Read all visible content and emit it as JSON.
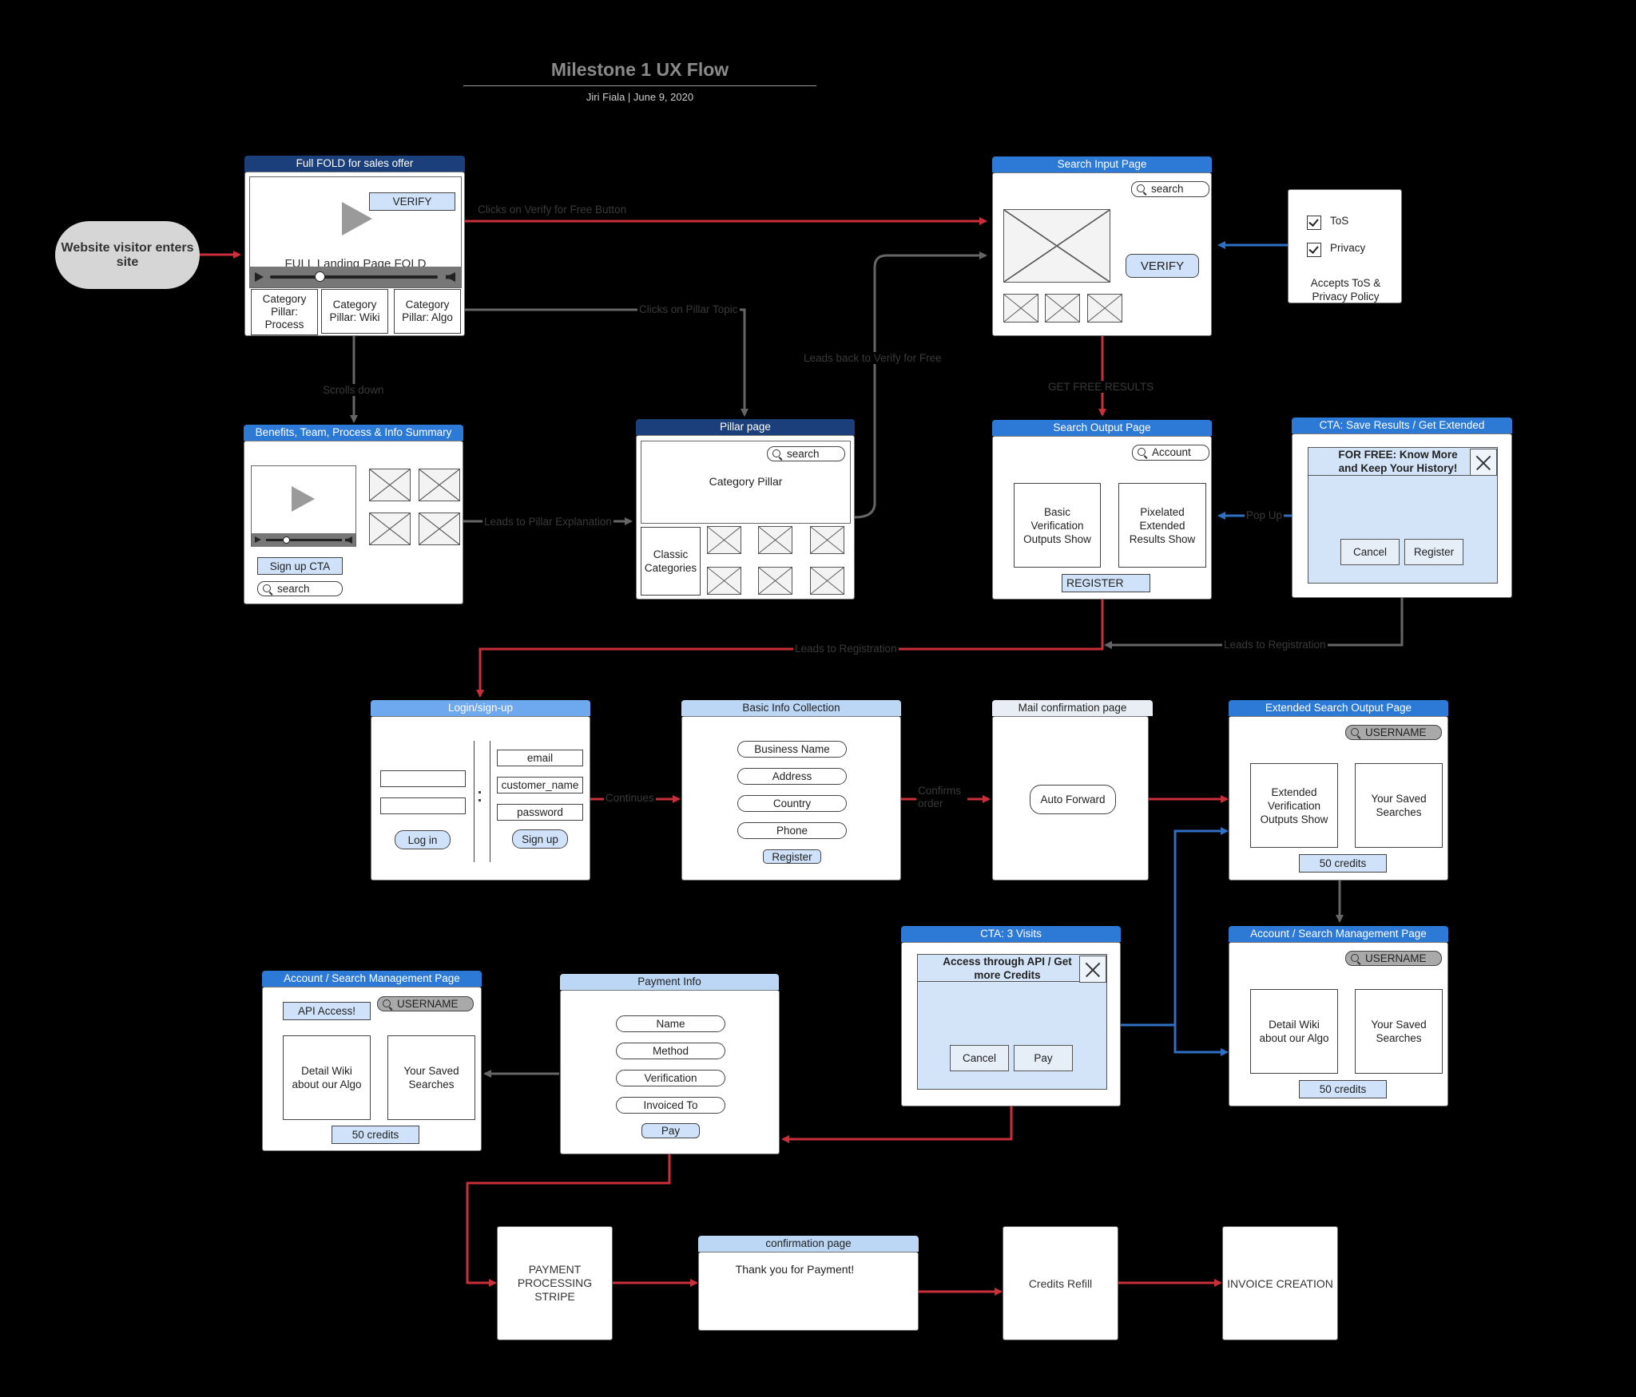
{
  "header": {
    "title": "Milestone 1 UX Flow",
    "subtitle": "Jiri Fiala  |  June 9, 2020"
  },
  "colors": {
    "flow_main": "#c9303a",
    "flow_alt": "#2f70c4",
    "flow_neutral": "#666666",
    "header_dark": "#1b3f7a",
    "header_mid": "#2c7ad6"
  },
  "start": {
    "label": "Website visitor enters site"
  },
  "landing": {
    "title": "Full FOLD for sales offer",
    "verify_label": "VERIFY",
    "fold_label": "FULL Landing Page FOLD",
    "pillars": [
      "Category Pillar: Process",
      "Category Pillar: Wiki",
      "Category Pillar: Algo"
    ]
  },
  "benefits": {
    "title": "Benefits, Team, Process & Info Summary",
    "signup_label": "Sign up CTA",
    "search_label": "search"
  },
  "pillar_page": {
    "title": "Pillar page",
    "search_label": "search",
    "category_label": "Category Pillar",
    "classic_label": "Classic Categories"
  },
  "search_input": {
    "title": "Search Input Page",
    "search_label": "search",
    "verify_label": "VERIFY"
  },
  "tos_panel": {
    "items": [
      "ToS",
      "Privacy"
    ],
    "caption": "Accepts ToS & Privacy Policy"
  },
  "search_output": {
    "title": "Search Output Page",
    "account_label": "Account",
    "left_box": "Basic Verification Outputs Show",
    "right_box": "Pixelated Extended Results Show",
    "register_label": "REGISTER"
  },
  "cta_save": {
    "title": "CTA: Save Results / Get Extended",
    "message": "FOR FREE: Know More and Keep Your History!",
    "cancel": "Cancel",
    "register": "Register"
  },
  "login": {
    "title": "Login/sign-up",
    "login_btn": "Log in",
    "signup_btn": "Sign up",
    "fields": [
      "email",
      "customer_name",
      "password"
    ]
  },
  "basic_info": {
    "title": "Basic Info Collection",
    "fields": [
      "Business Name",
      "Address",
      "Country",
      "Phone"
    ],
    "submit": "Register"
  },
  "mail_confirm": {
    "title": "Mail confirmation page",
    "button": "Auto Forward"
  },
  "extended_output": {
    "title": "Extended Search Output Page",
    "username": "USERNAME",
    "left_box": "Extended Verification Outputs Show",
    "right_box": "Your Saved Searches",
    "credits": "50 credits"
  },
  "account_right": {
    "title": "Account / Search Management Page",
    "username": "USERNAME",
    "left_box": "Detail Wiki about our Algo",
    "right_box": "Your Saved Searches",
    "credits": "50 credits"
  },
  "cta_visits": {
    "title": "CTA: 3 Visits",
    "message": "Access through API / Get more Credits",
    "cancel": "Cancel",
    "pay": "Pay"
  },
  "account_left": {
    "title": "Account / Search Management Page",
    "api_label": "API Access!",
    "username": "USERNAME",
    "left_box": "Detail Wiki about our Algo",
    "right_box": "Your Saved Searches",
    "credits": "50 credits"
  },
  "payment": {
    "title": "Payment Info",
    "fields": [
      "Name",
      "Method",
      "Verification",
      "Invoiced To"
    ],
    "submit": "Pay"
  },
  "stripe": {
    "label": "PAYMENT PROCESSING STRIPE"
  },
  "confirmation": {
    "title": "confirmation page",
    "message": "Thank you for Payment!"
  },
  "credits_refill": {
    "label": "Credits Refill"
  },
  "invoice": {
    "label": "INVOICE CREATION"
  },
  "edges": {
    "verify_click": "Clicks on Verify for Free Button",
    "pillar_click": "Clicks on Pillar Topic",
    "scrolls_down": "Scrolls down",
    "leads_back": "Leads back to Verify for Free",
    "get_free": "GET FREE RESULTS",
    "leads_pillar": "Leads to Pillar Explanation",
    "pop_up": "Pop Up",
    "leads_registration": "Leads to Registration",
    "leads_registration_2": "Leads to Registration",
    "continues": "Continues",
    "confirms_order": "Confirms order"
  }
}
